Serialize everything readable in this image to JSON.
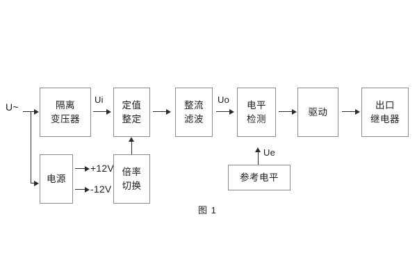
{
  "figure": {
    "caption": "图 1",
    "input_label": "U~",
    "blocks": [
      {
        "id": "isolation-transformer",
        "lines": [
          "隔离",
          "变压器"
        ]
      },
      {
        "id": "setting-value",
        "lines": [
          "定值",
          "整定"
        ]
      },
      {
        "id": "rectify-filter",
        "lines": [
          "整流",
          "滤波"
        ]
      },
      {
        "id": "level-detection",
        "lines": [
          "电平",
          "检测"
        ]
      },
      {
        "id": "drive",
        "lines": [
          "驱动"
        ]
      },
      {
        "id": "output-relay",
        "lines": [
          "出口",
          "继电器"
        ]
      },
      {
        "id": "power-supply",
        "lines": [
          "电源"
        ]
      },
      {
        "id": "multiplier-switch",
        "lines": [
          "倍率",
          "切换"
        ]
      },
      {
        "id": "reference-level",
        "lines": [
          "参考电平"
        ]
      }
    ],
    "signal_labels": {
      "ui": "Ui",
      "uo": "Uo",
      "ue": "Ue",
      "plus_12v": "+12V",
      "minus_12v": "-12V"
    },
    "colors": {
      "block_border": "#8a8a8a",
      "wire": "#2b2b2b",
      "text": "#1c1c1c",
      "background": "#ffffff"
    }
  }
}
